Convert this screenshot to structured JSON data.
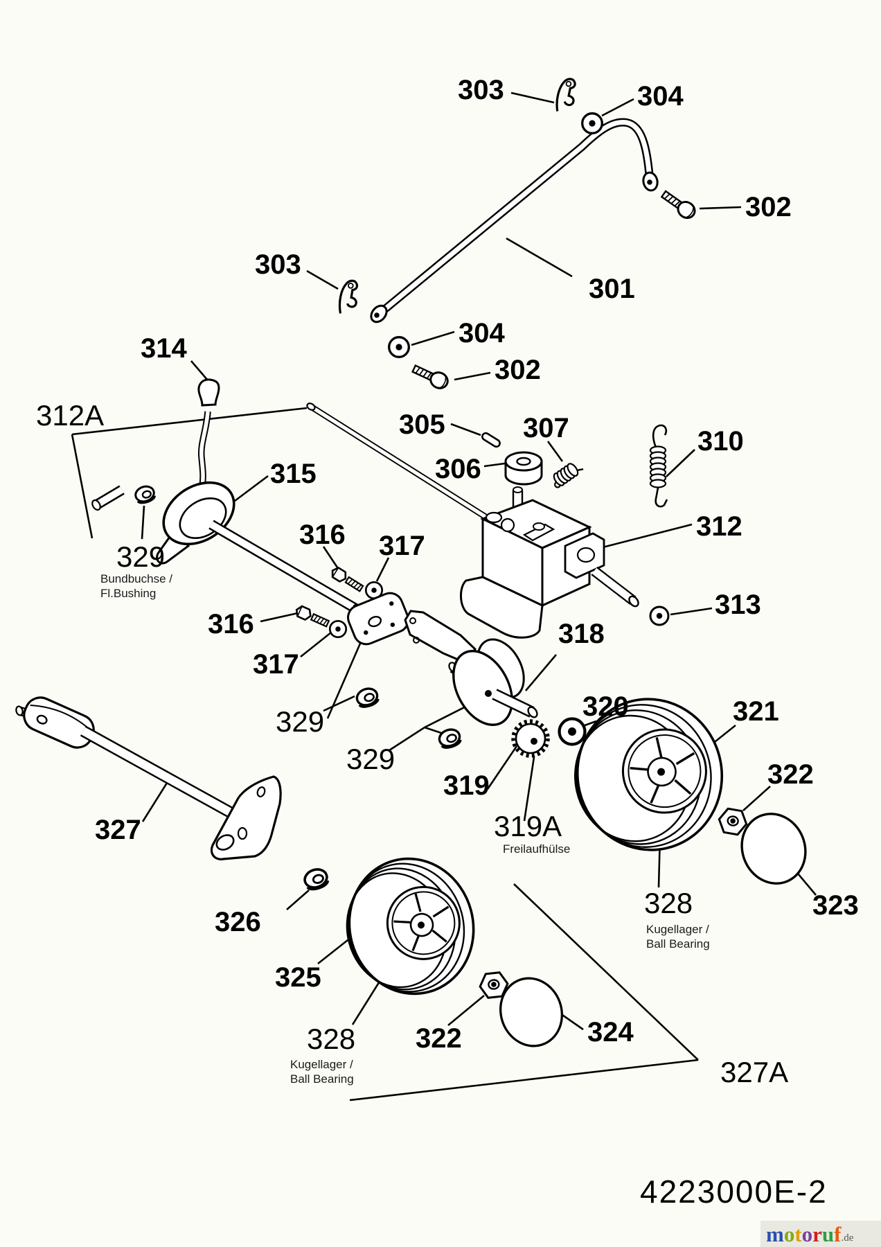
{
  "diagram": {
    "type": "exploded-parts-diagram",
    "doc_number": "4223000E-2",
    "labels": {
      "n303_top": "303",
      "n304_top": "304",
      "n302_top": "302",
      "n301": "301",
      "n303_mid": "303",
      "n304_mid": "304",
      "n302_mid": "302",
      "n314": "314",
      "n312A": "312A",
      "n315": "315",
      "n305": "305",
      "n306": "306",
      "n307": "307",
      "n310": "310",
      "n312": "312",
      "n313": "313",
      "n316_1": "316",
      "n317_1": "317",
      "n316_2": "316",
      "n317_2": "317",
      "n318": "318",
      "n319": "319",
      "n319A": "319A",
      "n320": "320",
      "n321": "321",
      "n322_1": "322",
      "n323": "323",
      "n328_right": "328",
      "n328_left": "328",
      "n324": "324",
      "n325": "325",
      "n326": "326",
      "n327": "327",
      "n327A": "327A",
      "n322_2": "322",
      "n329_1": "329",
      "n329_2": "329",
      "n329_3": "329"
    },
    "annotations": {
      "bundbuchse_1": "Bundbuchse /",
      "bundbuchse_2": "Fl.Bushing",
      "freilaufhuelse": "Freilaufhülse",
      "kugellager_right_1": "Kugellager /",
      "kugellager_right_2": "Ball Bearing",
      "kugellager_left_1": "Kugellager /",
      "kugellager_left_2": "Ball Bearing"
    },
    "watermark": {
      "letters": [
        "m",
        "o",
        "t",
        "o",
        "r",
        "u",
        "f"
      ],
      "letter_colors": [
        "#2b4fb0",
        "#86a817",
        "#e0a000",
        "#7b3fa0",
        "#d02020",
        "#2f9e44",
        "#e8590c"
      ],
      "suffix": ".de",
      "suffix_color": "#555555",
      "band_color": "#e9e9e2"
    },
    "ink_color": "#000000",
    "paper_color": "#fcfcf6"
  }
}
